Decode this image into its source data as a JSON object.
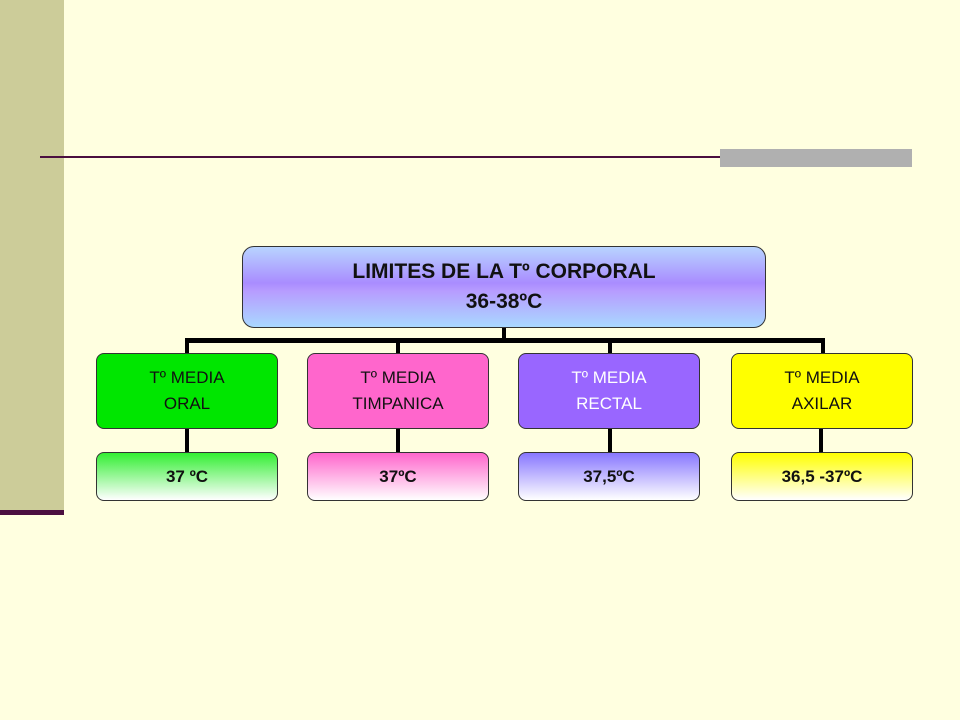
{
  "root": {
    "line1": "LIMITES DE LA Tº CORPORAL",
    "line2": "36-38ºC"
  },
  "branches": [
    {
      "label1": "Tº MEDIA",
      "label2": "ORAL",
      "value": "37 ºC",
      "color": "#00e600",
      "leaf_gradient_end": "#33ee33"
    },
    {
      "label1": "Tº MEDIA",
      "label2": "TIMPANICA",
      "value": "37ºC",
      "color": "#ff66cc",
      "leaf_gradient_end": "#ff66cc"
    },
    {
      "label1": "Tº MEDIA",
      "label2": "RECTAL",
      "value": "37,5ºC",
      "color": "#9966ff",
      "leaf_gradient_end": "#8877ff"
    },
    {
      "label1": "Tº MEDIA",
      "label2": "AXILAR",
      "value": "36,5 -37ºC",
      "color": "#ffff00",
      "leaf_gradient_end": "#ffff00"
    }
  ]
}
